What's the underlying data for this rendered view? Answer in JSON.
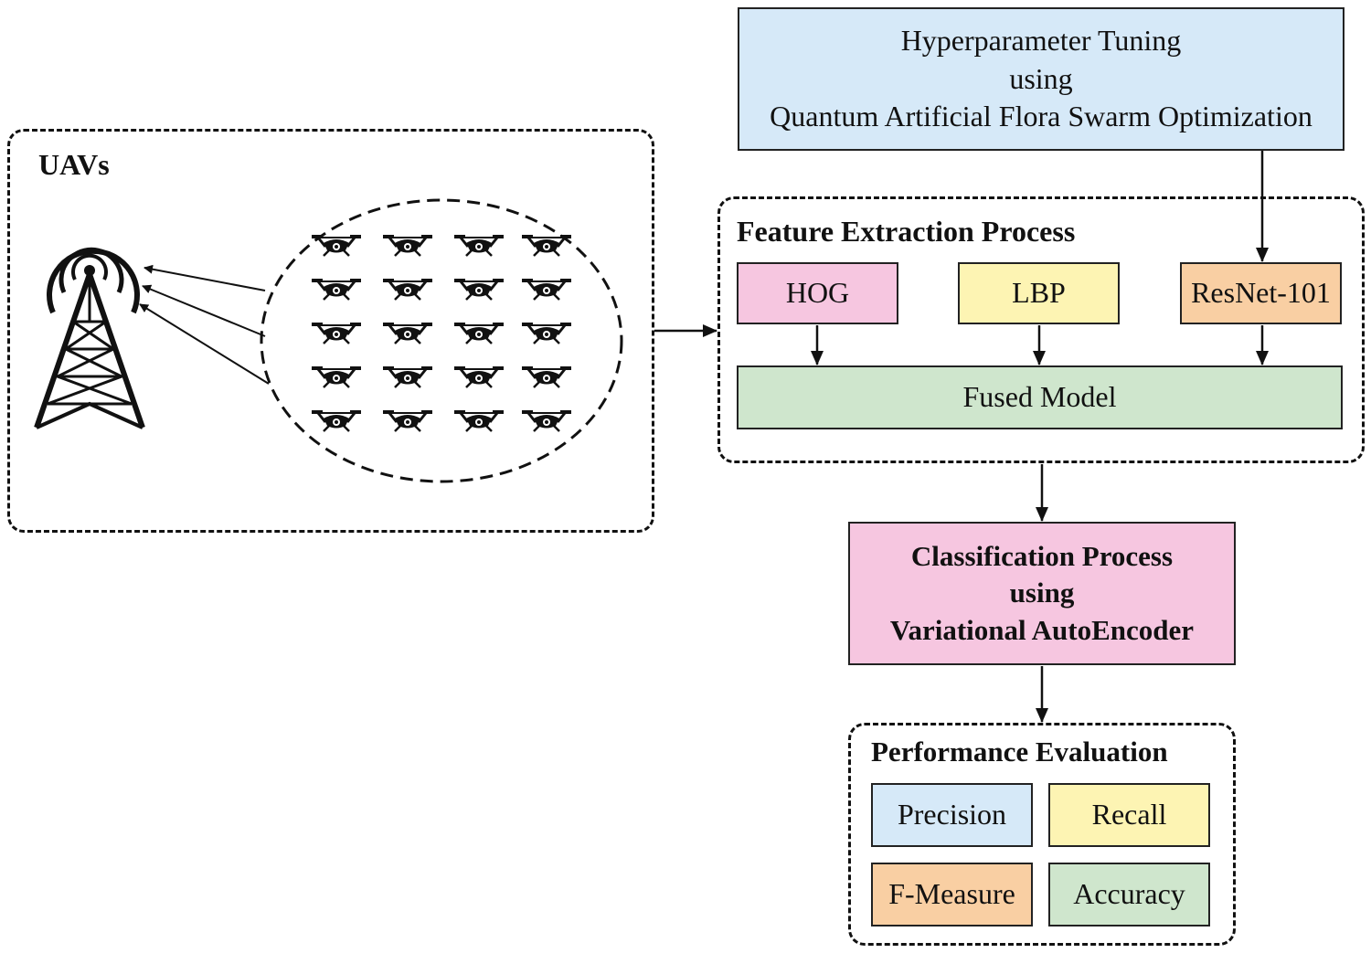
{
  "colors": {
    "blue": "#d6e9f8",
    "pink": "#f6c6e0",
    "yellow": "#fdf4b3",
    "orange": "#f9cfa3",
    "green": "#cfe6cd"
  },
  "hyperparameter": {
    "text": "Hyperparameter Tuning\nusing\nQuantum Artificial Flora Swarm Optimization"
  },
  "uavs": {
    "title": "UAVs",
    "tower_icon": "radio-tower-icon",
    "drone_icon": "drone-icon"
  },
  "feature_extraction": {
    "title": "Feature Extraction Process",
    "hog": "HOG",
    "lbp": "LBP",
    "resnet": "ResNet-101",
    "fused": "Fused Model"
  },
  "classification": {
    "text": "Classification Process\nusing\nVariational AutoEncoder"
  },
  "performance": {
    "title": "Performance Evaluation",
    "precision": "Precision",
    "recall": "Recall",
    "fmeasure": "F-Measure",
    "accuracy": "Accuracy"
  }
}
